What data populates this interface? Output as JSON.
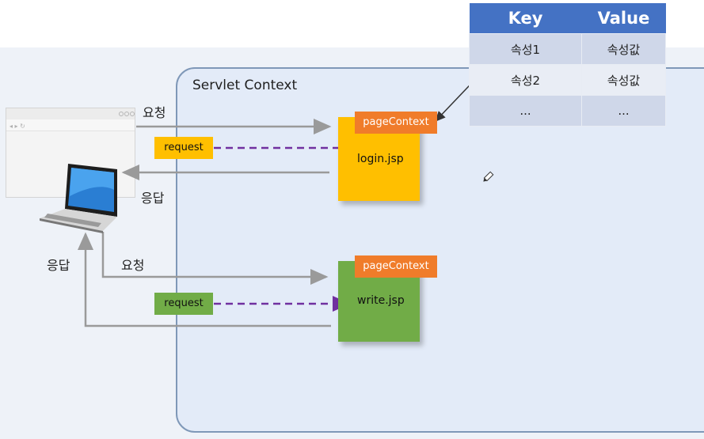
{
  "context": {
    "title": "Servlet Context"
  },
  "pages": [
    {
      "tab": "pageContext",
      "name": "login.jsp"
    },
    {
      "tab": "pageContext",
      "name": "write.jsp"
    }
  ],
  "requests": {
    "top": "request",
    "bottom": "request"
  },
  "labels": {
    "request_top": "요청",
    "response_top": "응답",
    "response_bottom": "응답",
    "request_bottom": "요청"
  },
  "table": {
    "headers": [
      "Key",
      "Value"
    ],
    "rows": [
      [
        "속성1",
        "속성값"
      ],
      [
        "속성2",
        "속성값"
      ],
      [
        "...",
        "..."
      ]
    ]
  },
  "colors": {
    "context_fill": "#e3ebf8",
    "page_orange": "#ffbf00",
    "page_green": "#71ac47",
    "tab_orange": "#f07c2a",
    "table_header": "#4472c4",
    "dashed_arrow": "#7030a0"
  }
}
